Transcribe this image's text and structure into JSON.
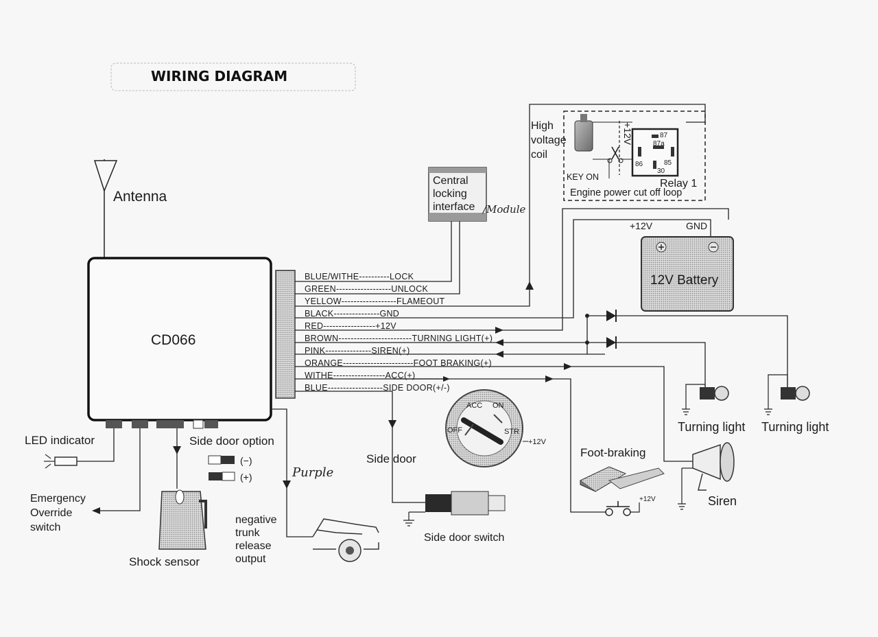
{
  "title": "WIRING DIAGRAM",
  "antenna_label": "Antenna",
  "unit_label": "CD066",
  "wires": [
    {
      "name": "BLUE/WITHE",
      "function": "LOCK"
    },
    {
      "name": "GREEN",
      "function": "UNLOCK"
    },
    {
      "name": "YELLOW",
      "function": "FLAMEOUT"
    },
    {
      "name": "BLACK",
      "function": "GND"
    },
    {
      "name": "RED",
      "function": "+12V"
    },
    {
      "name": "BROWN",
      "function": "TURNING LIGHT(+)"
    },
    {
      "name": "PINK",
      "function": "SIREN(+)"
    },
    {
      "name": "ORANGE",
      "function": "FOOT BRAKING(+)"
    },
    {
      "name": "WITHE",
      "function": "ACC(+)"
    },
    {
      "name": "BLUE",
      "function": "SIDE DOOR(+/-)"
    }
  ],
  "central_locking": {
    "lines": [
      "Central",
      "locking",
      "interface"
    ],
    "handwritten": "/Module"
  },
  "hv_coil": {
    "lines": [
      "High",
      "voltage",
      "coil"
    ]
  },
  "relay": {
    "label": "Relay 1",
    "pins": [
      "87",
      "87a",
      "86",
      "85",
      "30"
    ],
    "plus12v": "+12V",
    "key_on": "KEY ON",
    "loop_label": "Engine power cut off  loop"
  },
  "battery": {
    "label": "12V Battery",
    "plus": "+12V",
    "gnd": "GND"
  },
  "turning_light_left": "Turning light",
  "turning_light_right": "Turning light",
  "ignition": {
    "acc": "ACC",
    "on": "ON",
    "off": "OFF",
    "str": "STR",
    "supply": "+12V"
  },
  "foot_braking": {
    "label": "Foot-braking",
    "supply": "+12V"
  },
  "siren": "Siren",
  "side_door": "Side door",
  "side_door_switch": "Side door switch",
  "trunk": {
    "lines": [
      "negative",
      "trunk",
      "release",
      "output"
    ],
    "handwritten": "Purple"
  },
  "shock_sensor": "Shock sensor",
  "emergency": {
    "lines": [
      "Emergency",
      "Override",
      "switch"
    ]
  },
  "led_indicator": "LED indicator",
  "side_door_option": {
    "label": "Side door option",
    "neg": "(−)",
    "pos": "(+)"
  }
}
